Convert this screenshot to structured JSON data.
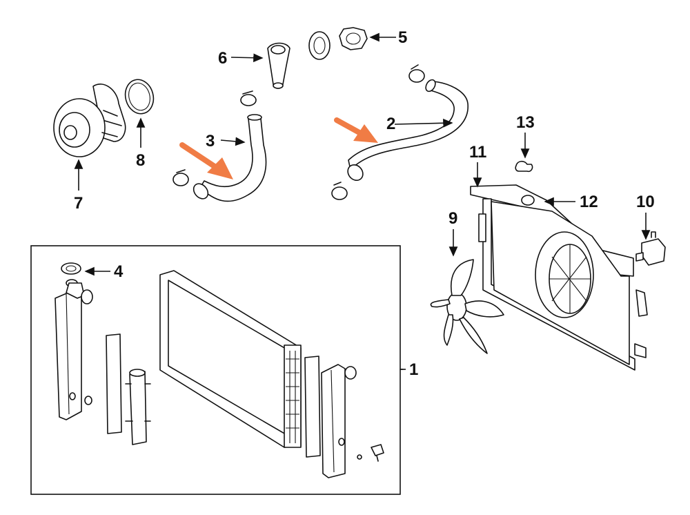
{
  "callouts": {
    "c1": "1",
    "c2": "2",
    "c3": "3",
    "c4": "4",
    "c5": "5",
    "c6": "6",
    "c7": "7",
    "c8": "8",
    "c9": "9",
    "c10": "10",
    "c11": "11",
    "c12": "12",
    "c13": "13"
  },
  "highlight_color": "#F07C45",
  "line_color": "#111111"
}
